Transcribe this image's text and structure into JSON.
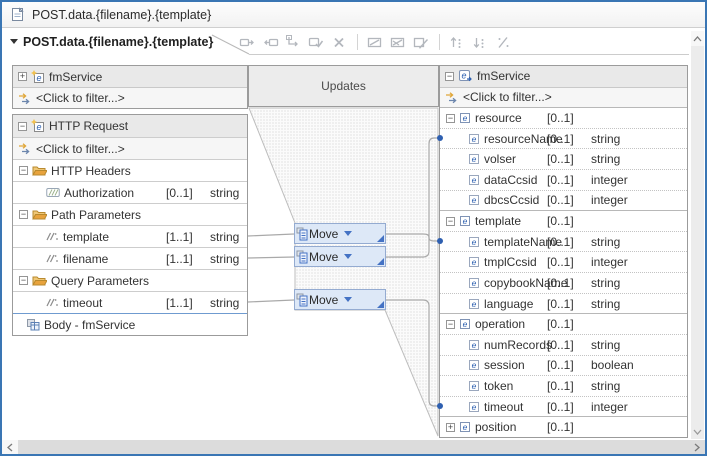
{
  "window": {
    "title": "POST.data.{filename}.{template}"
  },
  "tab": {
    "label": "POST.data.{filename}.{template}"
  },
  "toolbar": {
    "icons": [
      "map-source-to-target",
      "map-target-to-source",
      "create-connection",
      "auto-map",
      "delete-transform",
      "show-mapped-sources",
      "show-mapped-targets",
      "edit-map",
      "sort-ascending",
      "sort-descending",
      "clear-filter"
    ]
  },
  "columns": {
    "updates_label": "Updates"
  },
  "source": {
    "schema": {
      "title": "fmService",
      "filter": "<Click to filter...>"
    },
    "request": {
      "title": "HTTP Request",
      "filter": "<Click to filter...>",
      "rows": [
        {
          "kind": "group",
          "label": "HTTP Headers"
        },
        {
          "kind": "leaf",
          "label": "Authorization",
          "card": "[0..1]",
          "type": "string"
        },
        {
          "kind": "group",
          "label": "Path Parameters"
        },
        {
          "kind": "leaf",
          "label": "template",
          "card": "[1..1]",
          "type": "string"
        },
        {
          "kind": "leaf",
          "label": "filename",
          "card": "[1..1]",
          "type": "string"
        },
        {
          "kind": "group",
          "label": "Query Parameters"
        },
        {
          "kind": "leaf",
          "label": "timeout",
          "card": "[1..1]",
          "type": "string"
        },
        {
          "kind": "body",
          "label": "Body - fmService"
        }
      ]
    }
  },
  "target": {
    "title": "fmService",
    "filter": "<Click to filter...>",
    "rows": [
      {
        "label": "resource",
        "card": "[0..1]",
        "type": "",
        "depth": 1,
        "expander": "minus"
      },
      {
        "label": "resourceName",
        "card": "[0..1]",
        "type": "string",
        "depth": 2
      },
      {
        "label": "volser",
        "card": "[0..1]",
        "type": "string",
        "depth": 2
      },
      {
        "label": "dataCcsid",
        "card": "[0..1]",
        "type": "integer",
        "depth": 2
      },
      {
        "label": "dbcsCcsid",
        "card": "[0..1]",
        "type": "integer",
        "depth": 2
      },
      {
        "label": "template",
        "card": "[0..1]",
        "type": "",
        "depth": 1,
        "expander": "minus"
      },
      {
        "label": "templateName",
        "card": "[0..1]",
        "type": "string",
        "depth": 2
      },
      {
        "label": "tmplCcsid",
        "card": "[0..1]",
        "type": "integer",
        "depth": 2
      },
      {
        "label": "copybookName",
        "card": "[0..1]",
        "type": "string",
        "depth": 2
      },
      {
        "label": "language",
        "card": "[0..1]",
        "type": "string",
        "depth": 2
      },
      {
        "label": "operation",
        "card": "[0..1]",
        "type": "",
        "depth": 1,
        "expander": "minus"
      },
      {
        "label": "numRecords",
        "card": "[0..1]",
        "type": "string",
        "depth": 2
      },
      {
        "label": "session",
        "card": "[0..1]",
        "type": "boolean",
        "depth": 2
      },
      {
        "label": "token",
        "card": "[0..1]",
        "type": "string",
        "depth": 2
      },
      {
        "label": "timeout",
        "card": "[0..1]",
        "type": "integer",
        "depth": 2
      },
      {
        "label": "position",
        "card": "[0..1]",
        "type": "",
        "depth": 1,
        "expander": "plus"
      }
    ]
  },
  "transforms": [
    {
      "label": "Move"
    },
    {
      "label": "Move"
    },
    {
      "label": "Move"
    }
  ],
  "connections": [
    {
      "from": "template",
      "via": "Move",
      "to": "templateName"
    },
    {
      "from": "filename",
      "via": "Move",
      "to": "resourceName"
    },
    {
      "from": "timeout",
      "via": "Move",
      "to": "timeout"
    }
  ],
  "icons": {
    "header_left": "map-file-icon",
    "schema_element": "global-element-icon",
    "schema_element_ref": "element-reference-icon",
    "filter": "filter-icon",
    "folder": "folder-icon",
    "attribute": "header-attribute-icon",
    "simple_element": "simple-type-element-icon",
    "body": "message-body-icon",
    "move_transform": "move-transform-icon"
  },
  "colors": {
    "window_border": "#3a76b4",
    "panel_header_bg": "#e9e9e9",
    "transform_fill": "#dde8f7",
    "transform_border": "#94abd1",
    "connector_line": "#a9a9a9",
    "endpoint_dot": "#2e5fb0",
    "element_blue": "#2b5fb0",
    "folder_yellow": "#e8a33d"
  }
}
